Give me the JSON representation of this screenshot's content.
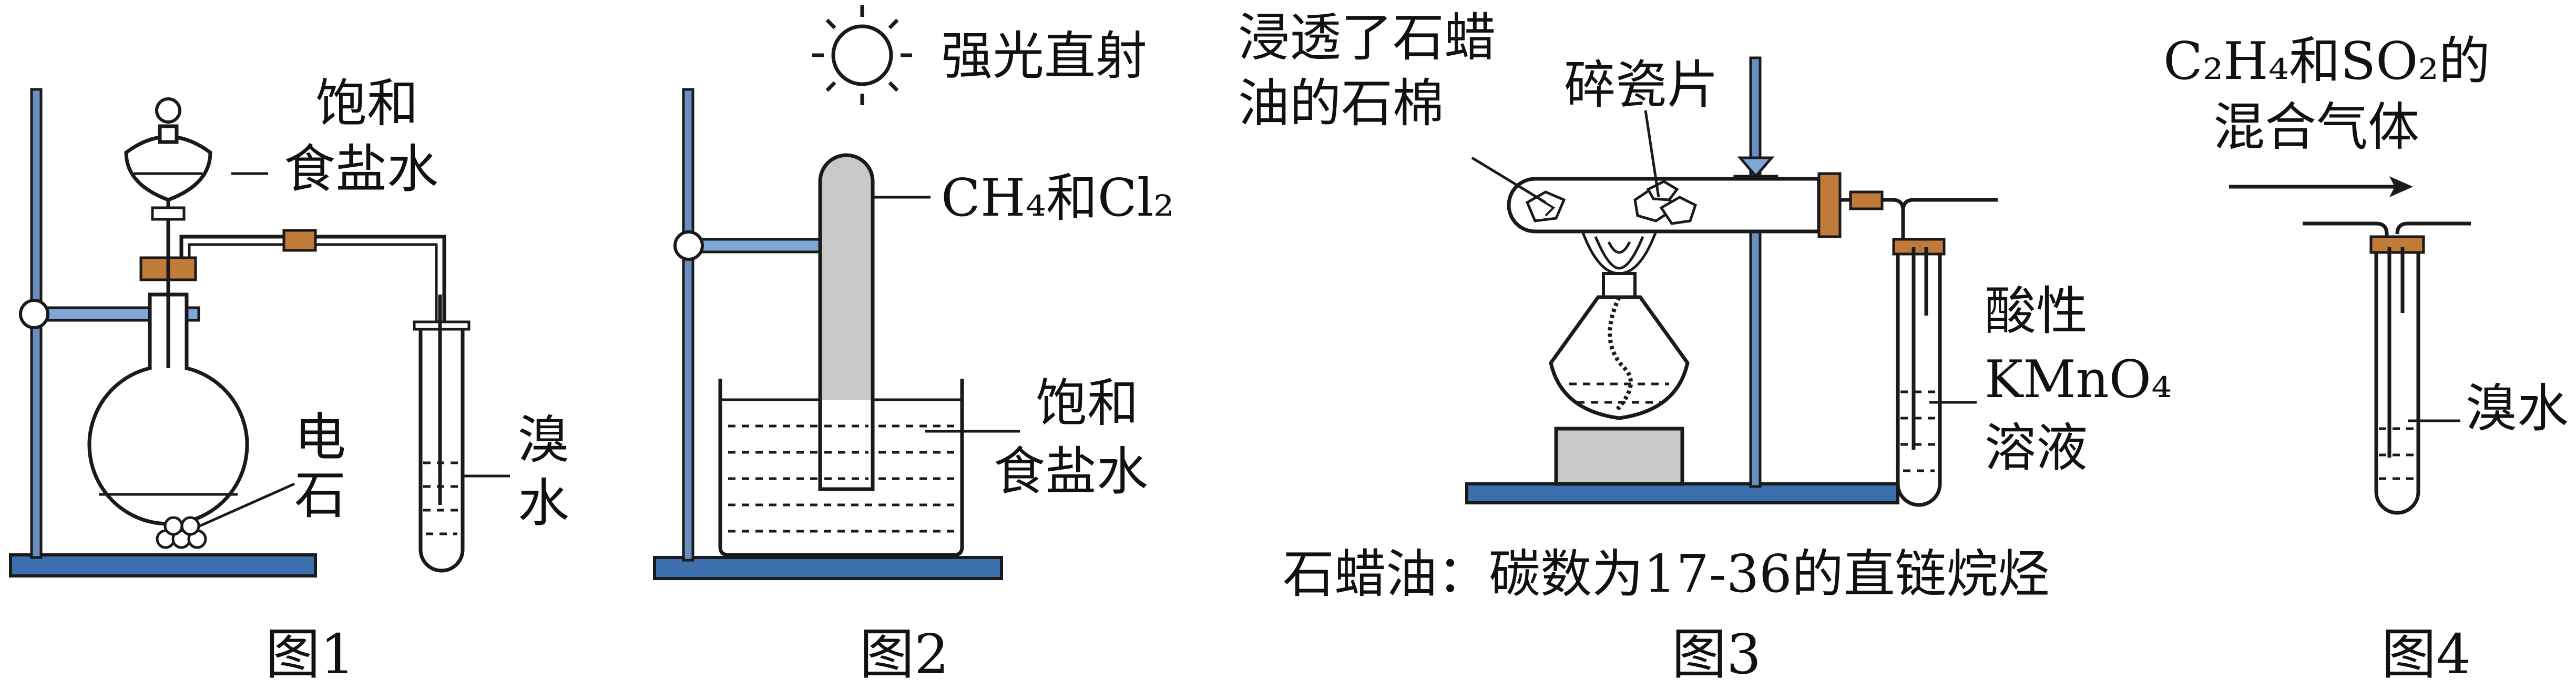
{
  "figures": {
    "fig1": {
      "caption": "图1",
      "labels": {
        "funnel_line1": "饱和",
        "funnel_line2": "食盐水",
        "solid_line1": "电",
        "solid_line2": "石",
        "tube_line1": "溴",
        "tube_line2": "水"
      }
    },
    "fig2": {
      "caption": "图2",
      "labels": {
        "light": "强光直射",
        "gas": "CH₄和Cl₂",
        "brine_line1": "饱和",
        "brine_line2": "食盐水"
      }
    },
    "fig3": {
      "caption": "图3",
      "labels": {
        "asbestos_line1": "浸透了石蜡",
        "asbestos_line2": "油的石棉",
        "porcelain": "碎瓷片",
        "reagent_line1": "酸性",
        "reagent_line2": "KMnO₄",
        "reagent_line3": "溶液"
      },
      "note": "石蜡油：碳数为17-36的直链烷烃"
    },
    "fig4": {
      "caption": "图4",
      "labels": {
        "gas_line1": "C₂H₄和SO₂的",
        "gas_line2": "混合气体",
        "tube": "溴水"
      }
    }
  }
}
